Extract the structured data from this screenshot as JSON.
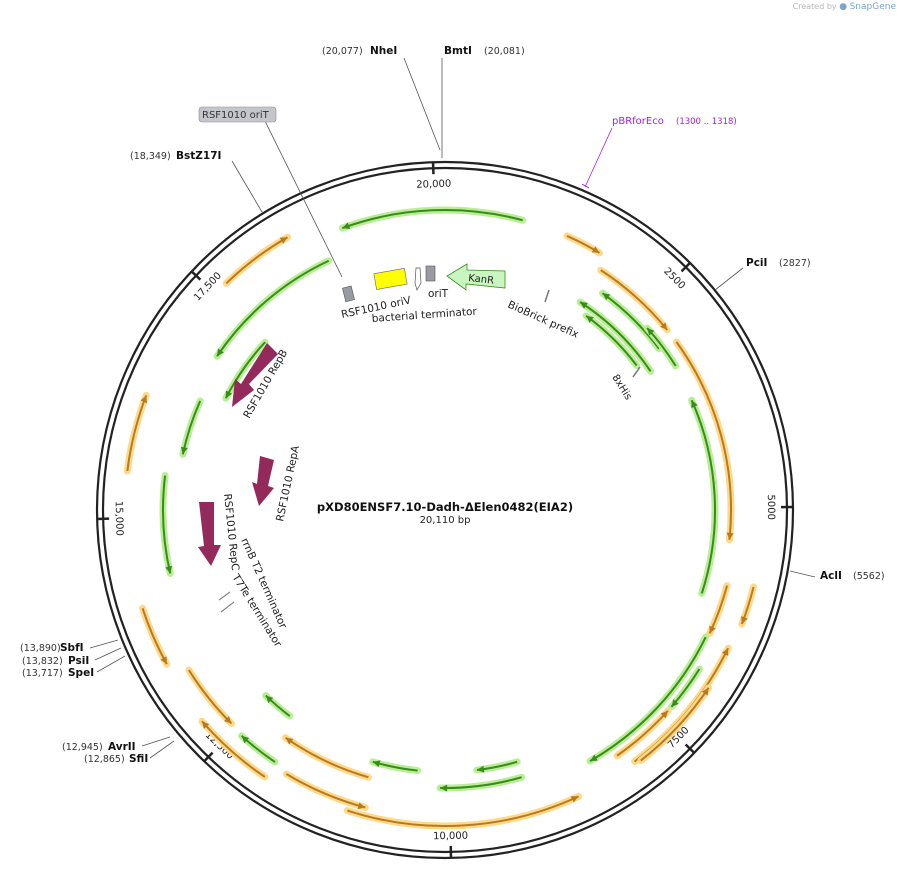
{
  "credit": {
    "prefix": "Created by",
    "brand": "SnapGene"
  },
  "plasmid": {
    "name": "pXD80ENSF7.10-Dadh-ΔElen0482(EIA2)",
    "size_label": "20,110 bp",
    "length": 20110
  },
  "colors": {
    "backbone": "#222222",
    "gene_green": "#3b8a1c",
    "gene_green_halo": "#b8ee94",
    "gene_orange": "#b87a1f",
    "gene_orange_halo": "#ffd98a",
    "maroon": "#942a5c",
    "kanr": "#c8f5c0",
    "oriv": "#ffff00",
    "gray_feature": "#9a9aa2",
    "primer": "#a020f0"
  },
  "ticks": [
    {
      "bp": 20000,
      "label": "20,000"
    },
    {
      "bp": 2500,
      "label": "2500"
    },
    {
      "bp": 5000,
      "label": "5000"
    },
    {
      "bp": 7500,
      "label": "7500"
    },
    {
      "bp": 10000,
      "label": "10,000"
    },
    {
      "bp": 12500,
      "label": "12,500"
    },
    {
      "bp": 15000,
      "label": "15,000"
    },
    {
      "bp": 17500,
      "label": "17,500"
    }
  ],
  "enzymes": {
    "nhei": {
      "pos": "(20,077)",
      "name": "NheI"
    },
    "bmti": {
      "pos": "(20,081)",
      "name": "BmtI"
    },
    "pcii": {
      "pos": "(2827)",
      "name": "PciI"
    },
    "acli": {
      "pos": "(5562)",
      "name": "AclI"
    },
    "bstz17i": {
      "pos": "(18,349)",
      "name": "BstZ17I"
    },
    "sbfi": {
      "pos": "(13,890)",
      "name": "SbfI"
    },
    "psii": {
      "pos": "(13,832)",
      "name": "PsiI"
    },
    "spei": {
      "pos": "(13,717)",
      "name": "SpeI"
    },
    "avrii": {
      "pos": "(12,945)",
      "name": "AvrII"
    },
    "sfii": {
      "pos": "(12,865)",
      "name": "SfiI"
    }
  },
  "primer": {
    "name": "pBRforEco",
    "range": "(1300 .. 1318)"
  },
  "features": {
    "rsf_orit_label": "RSF1010 oriT",
    "rsf_oriv": "RSF1010 oriV",
    "orit": "oriT",
    "bacterial_terminator": "bacterial terminator",
    "kanr": "KanR",
    "biobrick_prefix": "BioBrick prefix",
    "his8": "8xHis",
    "repb": "RSF1010 RepB",
    "repa": "RSF1010 RepA",
    "repc": "RSF1010 RepC",
    "rrnb": "rrnB T2 terminator",
    "t7te": "T7Te terminator"
  }
}
